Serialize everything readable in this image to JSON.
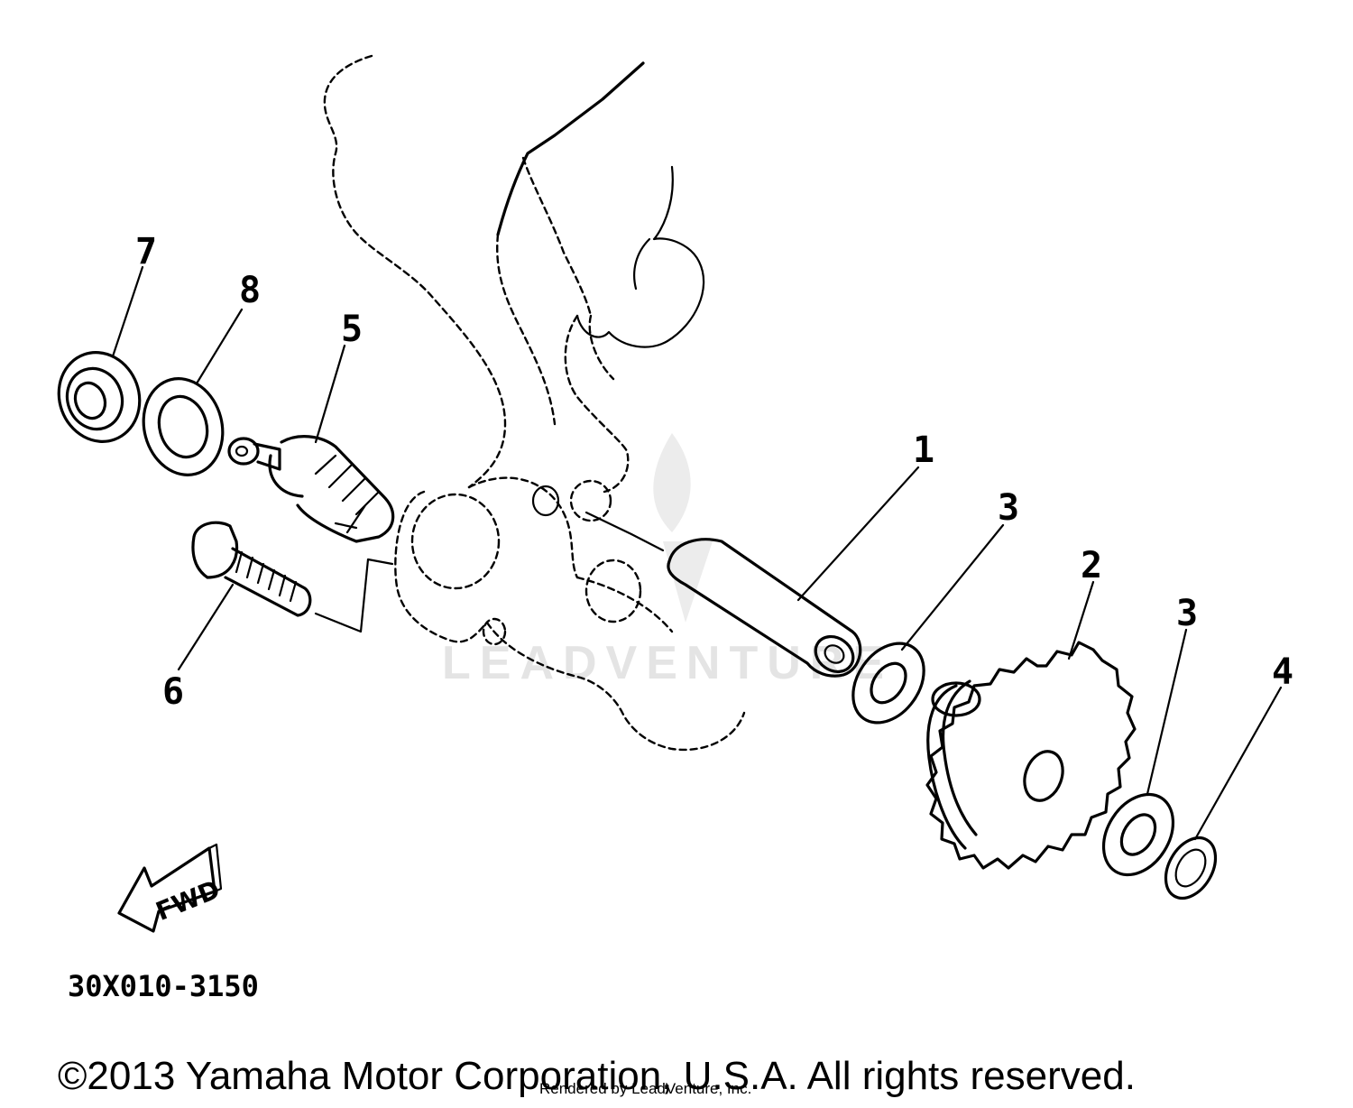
{
  "callouts": [
    "7",
    "8",
    "5",
    "1",
    "3",
    "2",
    "3",
    "4",
    "6"
  ],
  "direction_label": "FWD",
  "diagram_code": "30X010-3150",
  "copyright": "©2013 Yamaha Motor Corporation, U.S.A. All rights reserved.",
  "rendered_by": "Rendered by LeadVenture, Inc.",
  "watermark": "LEADVENTURE",
  "icons": [
    "fwd-arrow-icon"
  ]
}
